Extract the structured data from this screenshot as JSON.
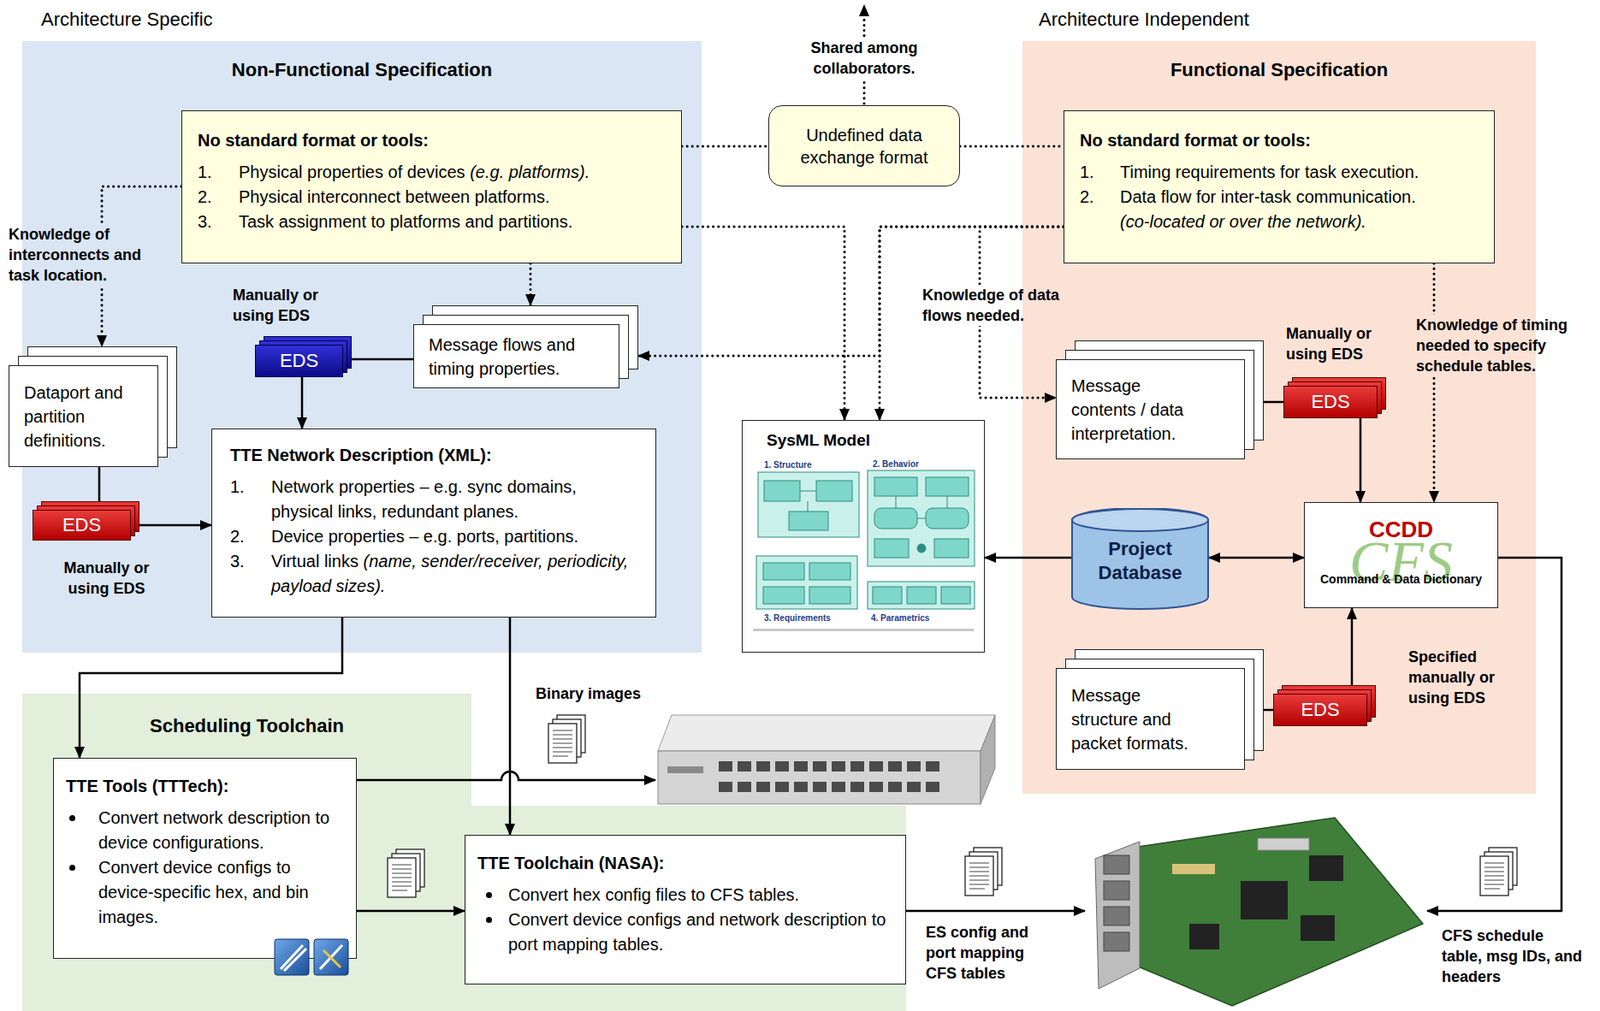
{
  "diagram": {
    "nodes": [
      {
        "text": [
          "Non-Functional Specification"
        ]
      },
      {
        "text": [
          "No standard format or tools:",
          "1.",
          "Physical properties of devices",
          "(e.g. platforms).",
          "2.",
          "Physical interconnect between platforms.",
          "3.",
          "Task assignment to platforms and partitions."
        ],
        "in": 0
      },
      {
        "text": [
          "Message flows and timing properties."
        ],
        "in": 0
      },
      {
        "text": [
          "EDS"
        ],
        "in": 0
      },
      {
        "text": [
          "Dataport and partition definitions."
        ],
        "in": 0
      },
      {
        "text": [
          "EDS"
        ],
        "in": 0
      },
      {
        "text": [
          "TTE Network Description (XML):",
          "1.",
          "Network properties – e.g. sync domains, physical links, redundant planes.",
          "2.",
          "Device properties – e.g. ports, partitions.",
          "3.",
          "Virtual links",
          "(name, sender/receiver, periodicity, payload sizes)."
        ],
        "in": 0
      },
      {
        "text": [
          "Undefined data exchange format"
        ]
      },
      {
        "text": [
          "Functional Specification"
        ]
      },
      {
        "text": [
          "No standard format or tools:",
          "1.",
          "Timing requirements for task execution.",
          "2.",
          "Data flow for inter-task communication.",
          "(co-located or over the network)."
        ],
        "in": 8
      },
      {
        "text": [
          "Message contents / data interpretation."
        ],
        "in": 8
      },
      {
        "text": [
          "EDS"
        ],
        "in": 8
      },
      {
        "text": [
          "Project Database"
        ],
        "in": 8
      },
      {
        "text": [
          "CCDD",
          "CFS",
          "Command & Data Dictionary"
        ],
        "in": 8
      },
      {
        "text": [
          "Message structure and packet formats."
        ],
        "in": 8
      },
      {
        "text": [
          "EDS"
        ],
        "in": 8
      },
      {
        "text": [
          "SysML Model"
        ]
      },
      {
        "text": [
          "Scheduling Toolchain"
        ]
      },
      {
        "text": [
          "TTE Tools (TTTech):",
          "Convert network description to device configurations.",
          "Convert device configs to device-specific hex, and bin images."
        ],
        "in": 17
      },
      {
        "text": [
          "TTE Toolchain (NASA):",
          "Convert hex config files to CFS tables.",
          "Convert device configs and network description to port mapping tables."
        ],
        "in": 17
      }
    ],
    "edges": [
      {
        "from": 1,
        "to": 7,
        "arrow": "none"
      },
      {
        "from": 7,
        "to": 9,
        "arrow": "none"
      },
      {
        "from": 1,
        "to": 4,
        "arrow": "to"
      },
      {
        "from": 1,
        "to": 2,
        "arrow": "to"
      },
      {
        "from": 1,
        "to": 16,
        "arrow": "to"
      },
      {
        "from": 9,
        "to": 16,
        "arrow": "to"
      },
      {
        "from": 9,
        "to": 2,
        "arrow": "to"
      },
      {
        "from": 9,
        "to": 10,
        "arrow": "to"
      },
      {
        "from": 9,
        "to": 13,
        "arrow": "to"
      },
      {
        "from": 3,
        "to": 2,
        "arrow": "none"
      },
      {
        "from": 3,
        "to": 6,
        "arrow": "to"
      },
      {
        "from": 4,
        "to": 5,
        "arrow": "none"
      },
      {
        "from": 5,
        "to": 6,
        "arrow": "to"
      },
      {
        "from": 10,
        "to": 11,
        "arrow": "none"
      },
      {
        "from": 11,
        "to": 13,
        "arrow": "to"
      },
      {
        "from": 14,
        "to": 15,
        "arrow": "none"
      },
      {
        "from": 15,
        "to": 13,
        "arrow": "to"
      },
      {
        "from": 12,
        "to": 13,
        "arrow": "both"
      },
      {
        "from": 12,
        "to": 16,
        "arrow": "to"
      },
      {
        "from": 6,
        "to": 18,
        "arrow": "to"
      },
      {
        "from": 6,
        "to": 19,
        "arrow": "to"
      },
      {
        "from": 18,
        "to": 19,
        "arrow": "to"
      }
    ],
    "labels": [
      "Architecture Specific",
      "Shared among collaborators.",
      "Architecture Independent",
      "Knowledge of interconnects and task location.",
      "Manually or using EDS",
      "Knowledge of data flows needed.",
      "Manually or using EDS",
      "Knowledge of timing needed to specify schedule tables.",
      "Manually or using EDS",
      "1. Structure",
      "2. Behavior",
      "3. Requirements",
      "4. Parametrics",
      "Specified manually or using EDS",
      "Binary images",
      "ES config and port mapping CFS tables",
      "CFS schedule table, msg IDs, and headers"
    ]
  }
}
